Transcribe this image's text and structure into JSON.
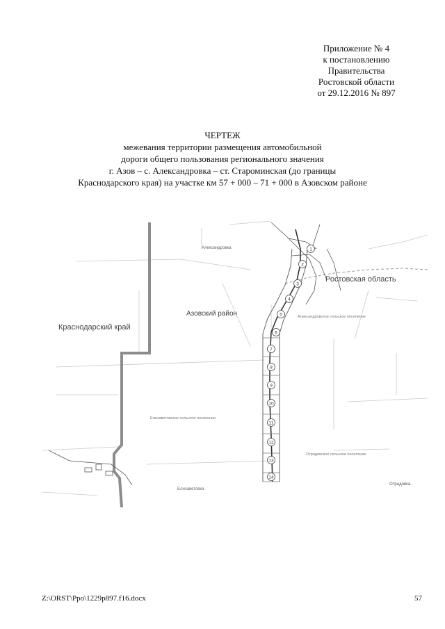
{
  "appendix": {
    "lines": [
      "Приложение № 4",
      "к постановлению",
      "Правительства",
      "Ростовской области",
      "от 29.12.2016 № 897"
    ]
  },
  "title": {
    "heading": "ЧЕРТЕЖ",
    "lines": [
      "межевания территории размещения автомобильной",
      "дороги общего пользования регионального значения",
      "г. Азов – с. Александровка – ст. Староминская (до границы",
      "Краснодарского края) на участке км 57 + 000 – 71 + 000 в Азовском районе"
    ]
  },
  "map": {
    "labels": {
      "krasnodar": "Краснодарский край",
      "rostov": "Ростовская область",
      "azov_district": "Азовский район",
      "aleksandrovka": "Александровка",
      "aleks_settlement": "Александровское сельское поселение",
      "elizavet_settlement": "Елизаветовское сельское поселение",
      "otradov_settlement": "Отрадовское сельское поселение",
      "otradovka": "Отрадовка",
      "elizavetovka": "Елизаветовка"
    },
    "markers": [
      "1",
      "2",
      "3",
      "4",
      "5",
      "6",
      "7",
      "8",
      "9",
      "10",
      "11",
      "12",
      "13",
      "14"
    ]
  },
  "footer": {
    "path": "Z:\\ORST\\Ppo\\1229p897.f16.docx",
    "page": "57"
  }
}
